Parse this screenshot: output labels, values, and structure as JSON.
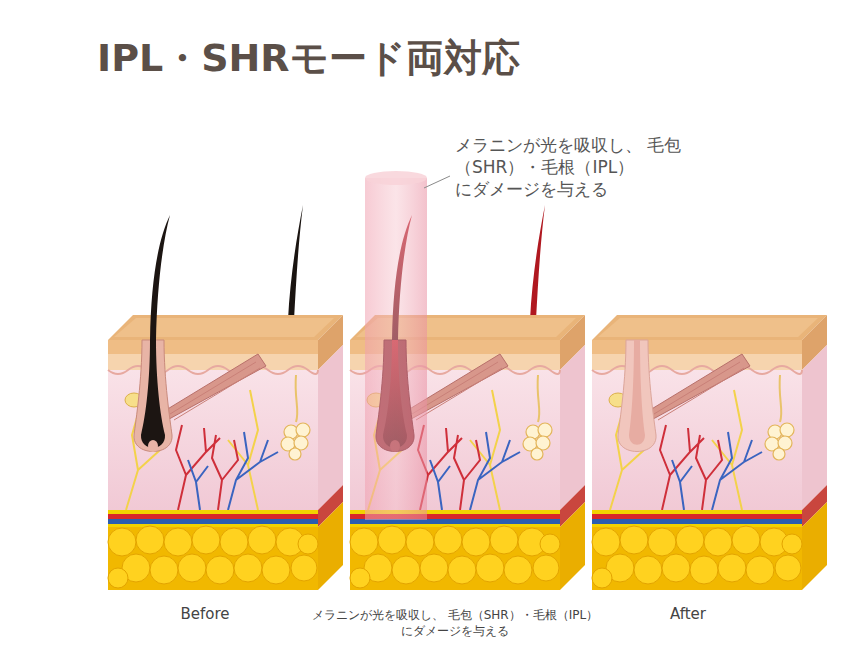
{
  "diagram": {
    "title": "IPL・SHRモード両対応",
    "labels": [
      "メラニンが光を吸収し、 毛包（SHR）・毛根（IPL） にダメージを与える",
      "Before",
      "メラニンが光を吸収し、 毛包（SHR）・毛根（IPL）にダメージを与える",
      "After"
    ]
  }
}
